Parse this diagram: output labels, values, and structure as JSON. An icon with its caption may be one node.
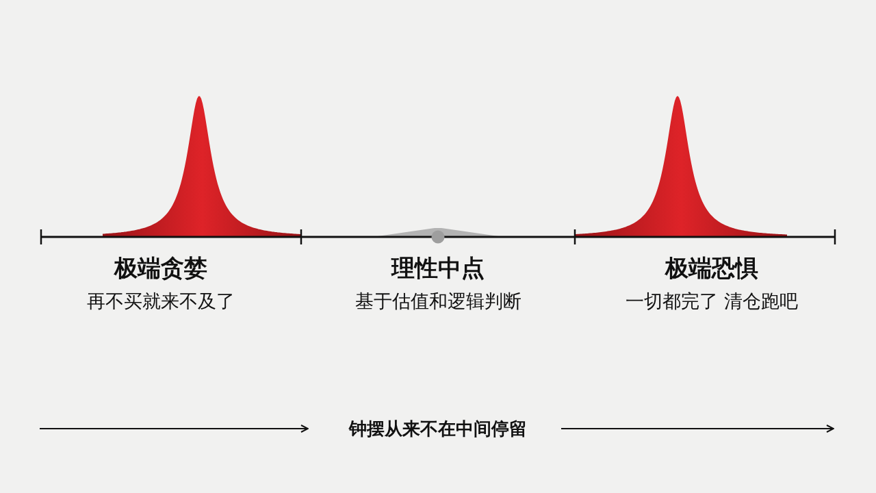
{
  "diagram": {
    "labels": [
      "极端贪婪",
      "再不买就来不及了",
      "理性中点",
      "基于估值和逻辑判断",
      "极端恐惧",
      "一切都完了 清仓跑吧",
      "钟摆从来不在中间停留"
    ]
  }
}
